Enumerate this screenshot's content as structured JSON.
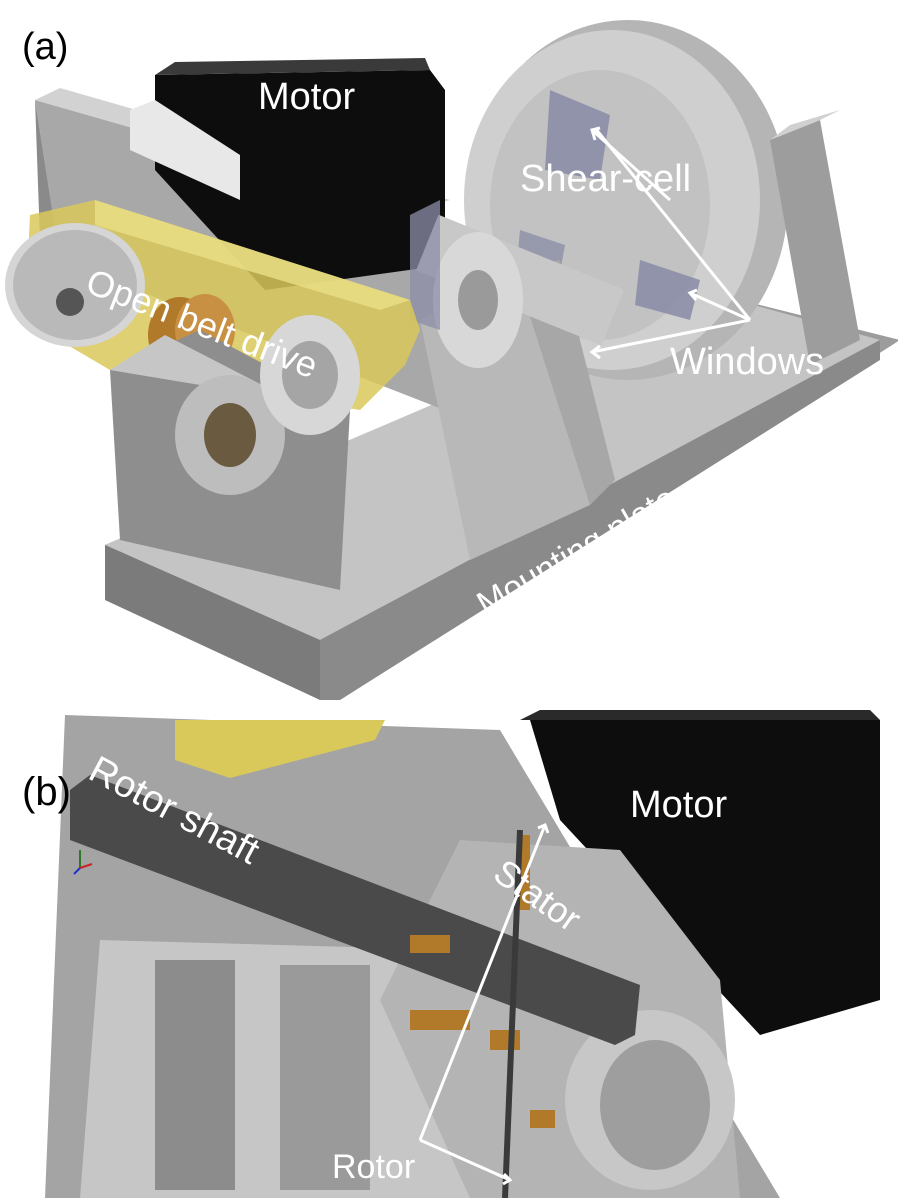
{
  "panel_a": {
    "panel_label": "(a)",
    "labels": {
      "motor": "Motor",
      "open_belt_drive": "Open belt drive",
      "shear_cell": "Shear-cell",
      "windows": "Windows",
      "mounting_plate": "Mounting plate"
    }
  },
  "panel_b": {
    "panel_label": "(b)",
    "labels": {
      "motor": "Motor",
      "rotor_shaft": "Rotor shaft",
      "stator": "Stator",
      "rotor": "Rotor"
    }
  },
  "colors": {
    "steel_light": "#c9c9c9",
    "steel_mid": "#9a9a9a",
    "steel_dark": "#6e6e6e",
    "motor_black": "#0d0d0d",
    "belt_yellow": "#d9c85a",
    "bronze": "#b07a2a",
    "window_blue": "#8c8ea8"
  }
}
